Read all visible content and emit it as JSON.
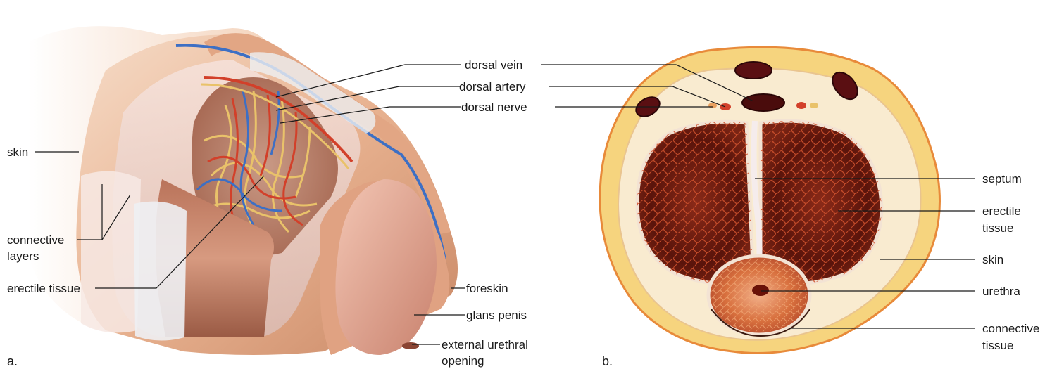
{
  "panel_a": {
    "letter": "a.",
    "labels": {
      "skin": "skin",
      "connective_line1": "connective",
      "connective_line2": "layers",
      "erectile_tissue": "erectile tissue",
      "dorsal_vein": "dorsal vein",
      "dorsal_artery": "dorsal artery",
      "dorsal_nerve": "dorsal nerve",
      "foreskin": "foreskin",
      "glans_penis": "glans penis",
      "external_line1": "external urethral",
      "external_line2": "opening"
    }
  },
  "panel_b": {
    "letter": "b.",
    "labels": {
      "septum": "septum",
      "erectile_line1": "erectile",
      "erectile_line2": "tissue",
      "skin": "skin",
      "urethra": "urethra",
      "connective_line1": "connective",
      "connective_line2": "tissue"
    }
  },
  "colors": {
    "skin_tan": "#e9b592",
    "sheath_pink": "#f0d2c6",
    "erectile_dark": "#6b1a10",
    "erectile_mid": "#c4462a",
    "vein_blue": "#3d6fc4",
    "artery_red": "#d2402a",
    "nerve_yellow": "#e9c26a",
    "outer_yellow": "#f6d47e"
  }
}
